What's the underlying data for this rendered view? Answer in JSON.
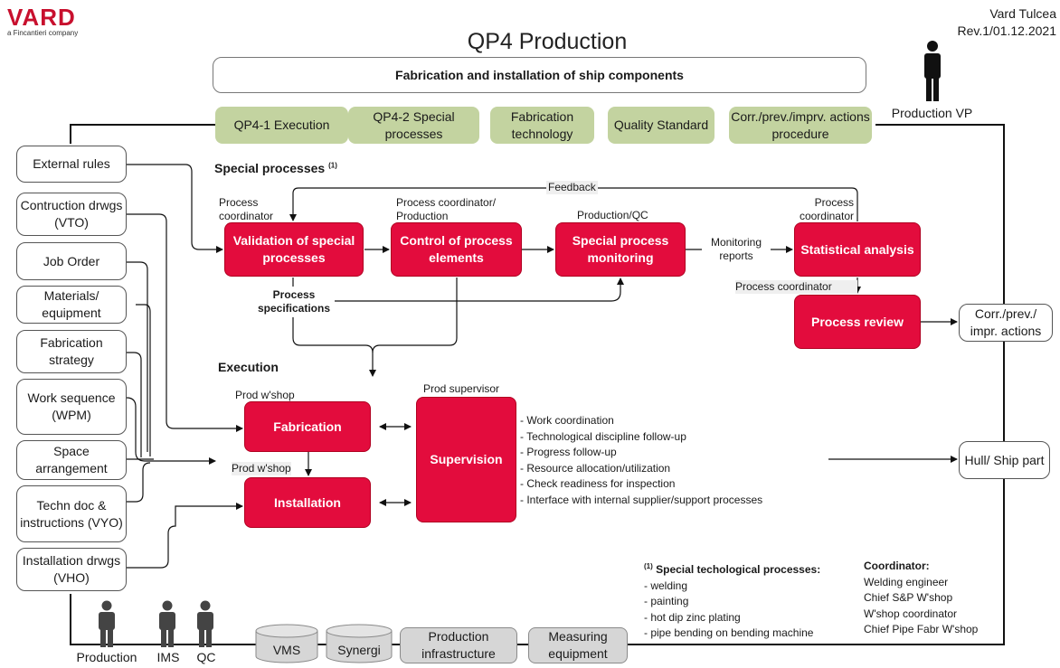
{
  "header": {
    "logo": "VARD",
    "logo_sub": "a Fincantieri company",
    "title": "QP4 Production",
    "site": "Vard Tulcea",
    "revision": "Rev.1/01.12.2021"
  },
  "banner": "Fabrication and installation of ship components",
  "role_top": "Production VP",
  "references": [
    "QP4-1 Execution",
    "QP4-2 Special processes",
    "Fabrication technology",
    "Quality Standard",
    "Corr./prev./imprv. actions procedure"
  ],
  "inputs": [
    "External rules",
    "Contruction drwgs (VTO)",
    "Job Order",
    "Materials/ equipment",
    "Fabrication strategy",
    "Work sequence (WPM)",
    "Space arrangement",
    "Techn doc & instructions (VYO)",
    "Installation drwgs (VHO)"
  ],
  "special": {
    "label": "Special processes",
    "sup": "(1)",
    "feedback": "Feedback",
    "boxes": {
      "validation": "Validation of special processes",
      "control": "Control of process elements",
      "monitoring": "Special process monitoring",
      "statistical": "Statistical analysis",
      "review": "Process review"
    },
    "roles": {
      "validation": "Process coordinator",
      "control": "Process coordinator/ Production",
      "monitoring": "Production/QC",
      "statistical": "Process coordinator",
      "review": "Process coordinator"
    },
    "flow_labels": {
      "specs": "Process specifications",
      "reports": "Monitoring reports"
    }
  },
  "execution": {
    "label": "Execution",
    "boxes": {
      "fabrication": "Fabrication",
      "installation": "Installation",
      "supervision": "Supervision"
    },
    "roles": {
      "fabrication": "Prod w'shop",
      "installation": "Prod w'shop",
      "supervision": "Prod supervisor"
    },
    "tasks": [
      "- Work coordination",
      "- Technological discipline follow-up",
      "- Progress follow-up",
      "- Resource allocation/utilization",
      "- Check readiness for inspection",
      "- Interface with internal supplier/support processes"
    ]
  },
  "outputs": {
    "actions": "Corr./prev./ impr. actions",
    "hull": "Hull/ Ship part"
  },
  "footnote": {
    "sup": "(1)",
    "heading": "Special techological processes:",
    "items": [
      "- welding",
      "- painting",
      "- hot dip zinc plating",
      "- pipe bending on bending machine"
    ],
    "coord_heading": "Coordinator:",
    "coordinators": [
      "Welding engineer",
      "Chief S&P W'shop",
      "W'shop coordinator",
      "Chief Pipe Fabr W'shop"
    ]
  },
  "bottom_roles": [
    "Production",
    "IMS",
    "QC"
  ],
  "resources": [
    "VMS",
    "Synergi",
    "Production infrastructure",
    "Measuring equipment"
  ],
  "colors": {
    "accent": "#e30c3d",
    "reference": "#c3d3a0",
    "panel": "#efefef",
    "resource": "#d6d6d6"
  }
}
